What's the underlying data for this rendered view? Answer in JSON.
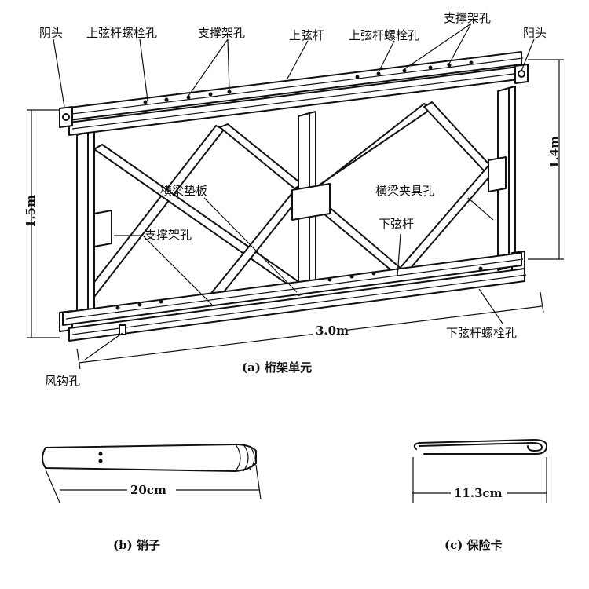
{
  "figure_a": {
    "caption": "(a) 桁架单元",
    "labels": {
      "female_end": "阴头",
      "top_chord_bolt_hole_left": "上弦杆螺栓孔",
      "brace_frame_hole_top_left": "支撑架孔",
      "top_chord": "上弦杆",
      "top_chord_bolt_hole_right": "上弦杆螺栓孔",
      "brace_frame_hole_top_right": "支撑架孔",
      "male_end": "阳头",
      "cross_beam_pad": "横梁垫板",
      "brace_frame_hole_middle": "支撑架孔",
      "cross_beam_clamp_hole": "横梁夹具孔",
      "bottom_chord": "下弦杆",
      "bottom_chord_bolt_hole": "下弦杆螺栓孔",
      "wind_hook_hole": "风钩孔"
    },
    "dimensions": {
      "height_left": "1.5m",
      "height_right": "1.4m",
      "length": "3.0m"
    }
  },
  "figure_b": {
    "caption": "(b) 销子",
    "dimension": "20cm"
  },
  "figure_c": {
    "caption": "(c) 保险卡",
    "dimension": "11.3cm"
  }
}
